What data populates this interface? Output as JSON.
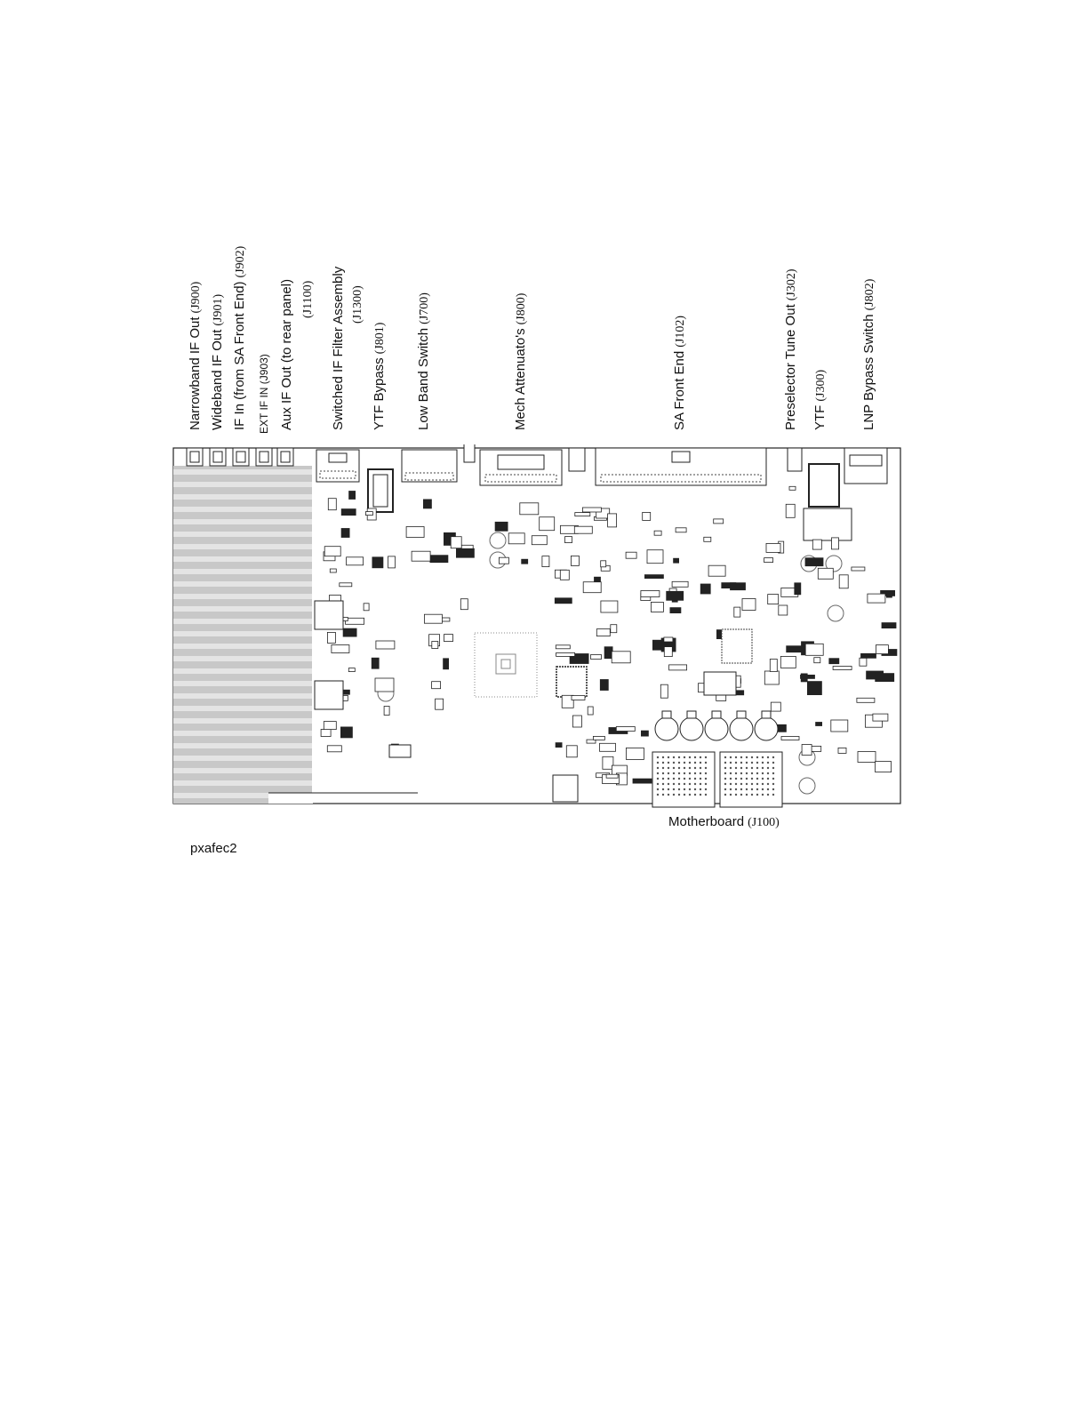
{
  "labels": [
    {
      "text": "Narrowband IF Out",
      "ref": "(J900)"
    },
    {
      "text": "Wideband IF Out",
      "ref": "(J901)"
    },
    {
      "text": "IF In (from SA Front End)",
      "ref": "(J902)"
    },
    {
      "text": "EXT IF IN (J903)",
      "ref": ""
    },
    {
      "text": "Aux IF Out (to rear panel)",
      "ref": ""
    },
    {
      "text": "",
      "ref": "(J1100)"
    },
    {
      "text": "Switched IF Filter Assembly",
      "ref": ""
    },
    {
      "text": "",
      "ref": "(J1300)"
    },
    {
      "text": "YTF Bypass",
      "ref": "(J801)"
    },
    {
      "text": "Low Band Switch",
      "ref": "(J700)"
    },
    {
      "text": "Mech Attenuato's",
      "ref": "(J800)"
    },
    {
      "text": "SA Front End",
      "ref": "(J102)"
    },
    {
      "text": "Preselector Tune Out",
      "ref": "(J302)"
    },
    {
      "text": "YTF",
      "ref": "(J300)"
    },
    {
      "text": "LNP Bypass Switch",
      "ref": "(J802)"
    }
  ],
  "bottom_label": {
    "text": "Motherboard",
    "ref": "(J100)"
  },
  "figure_id": "pxafec2"
}
